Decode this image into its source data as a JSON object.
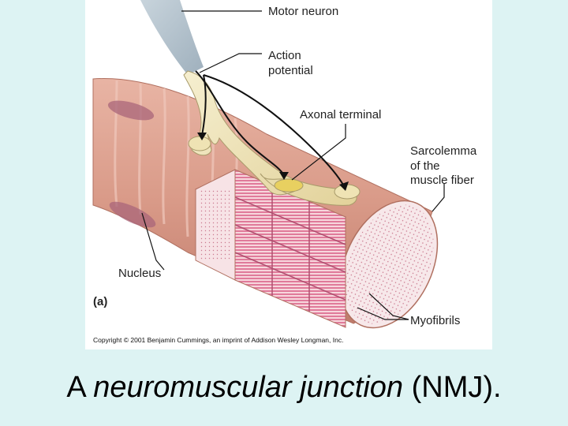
{
  "figure": {
    "labels": {
      "motor_neuron": "Motor neuron",
      "action_potential_1": "Action",
      "action_potential_2": "potential",
      "axonal_terminal": "Axonal terminal",
      "sarcolemma_1": "Sarcolemma",
      "sarcolemma_2": "of the",
      "sarcolemma_3": "muscle fiber",
      "nucleus": "Nucleus",
      "myofibrils": "Myofibrils"
    },
    "panel_letter": "(a)",
    "copyright": "Copyright © 2001 Benjamin Cummings, an imprint of Addison Wesley Longman, Inc."
  },
  "caption": {
    "prefix": "A ",
    "term": "neuromuscular junction",
    "suffix": " (NMJ)."
  },
  "colors": {
    "background": "#ddf3f3",
    "muscle": "#d99a88",
    "myofibril_face": "#f7d6dc",
    "nerve": "#efe3b4"
  }
}
